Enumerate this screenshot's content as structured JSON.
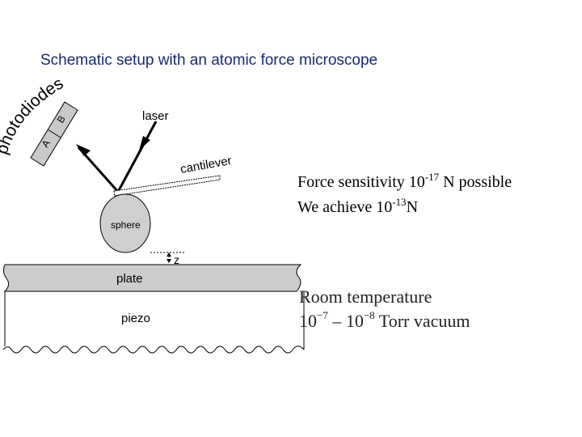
{
  "title": "Schematic setup with an atomic force microscope",
  "diagram": {
    "photodiodes_label": "photodiodes",
    "segment_a": "A",
    "segment_b": "B",
    "laser_label": "laser",
    "cantilever_label": "cantilever",
    "sphere_label": "sphere",
    "z_label": "z",
    "plate_label": "plate",
    "piezo_label": "piezo"
  },
  "notes": {
    "line1_prefix": "Force sensitivity 10",
    "line1_exp": "-17",
    "line1_suffix": " N possible",
    "line2_prefix": "We achieve 10",
    "line2_exp": "-13",
    "line2_suffix": "N"
  },
  "conditions": {
    "line1": "Room temperature",
    "line2_base1": "10",
    "line2_exp1": "−7",
    "line2_dash": " – 10",
    "line2_exp2": "−8",
    "line2_suffix": " Torr vacuum"
  }
}
